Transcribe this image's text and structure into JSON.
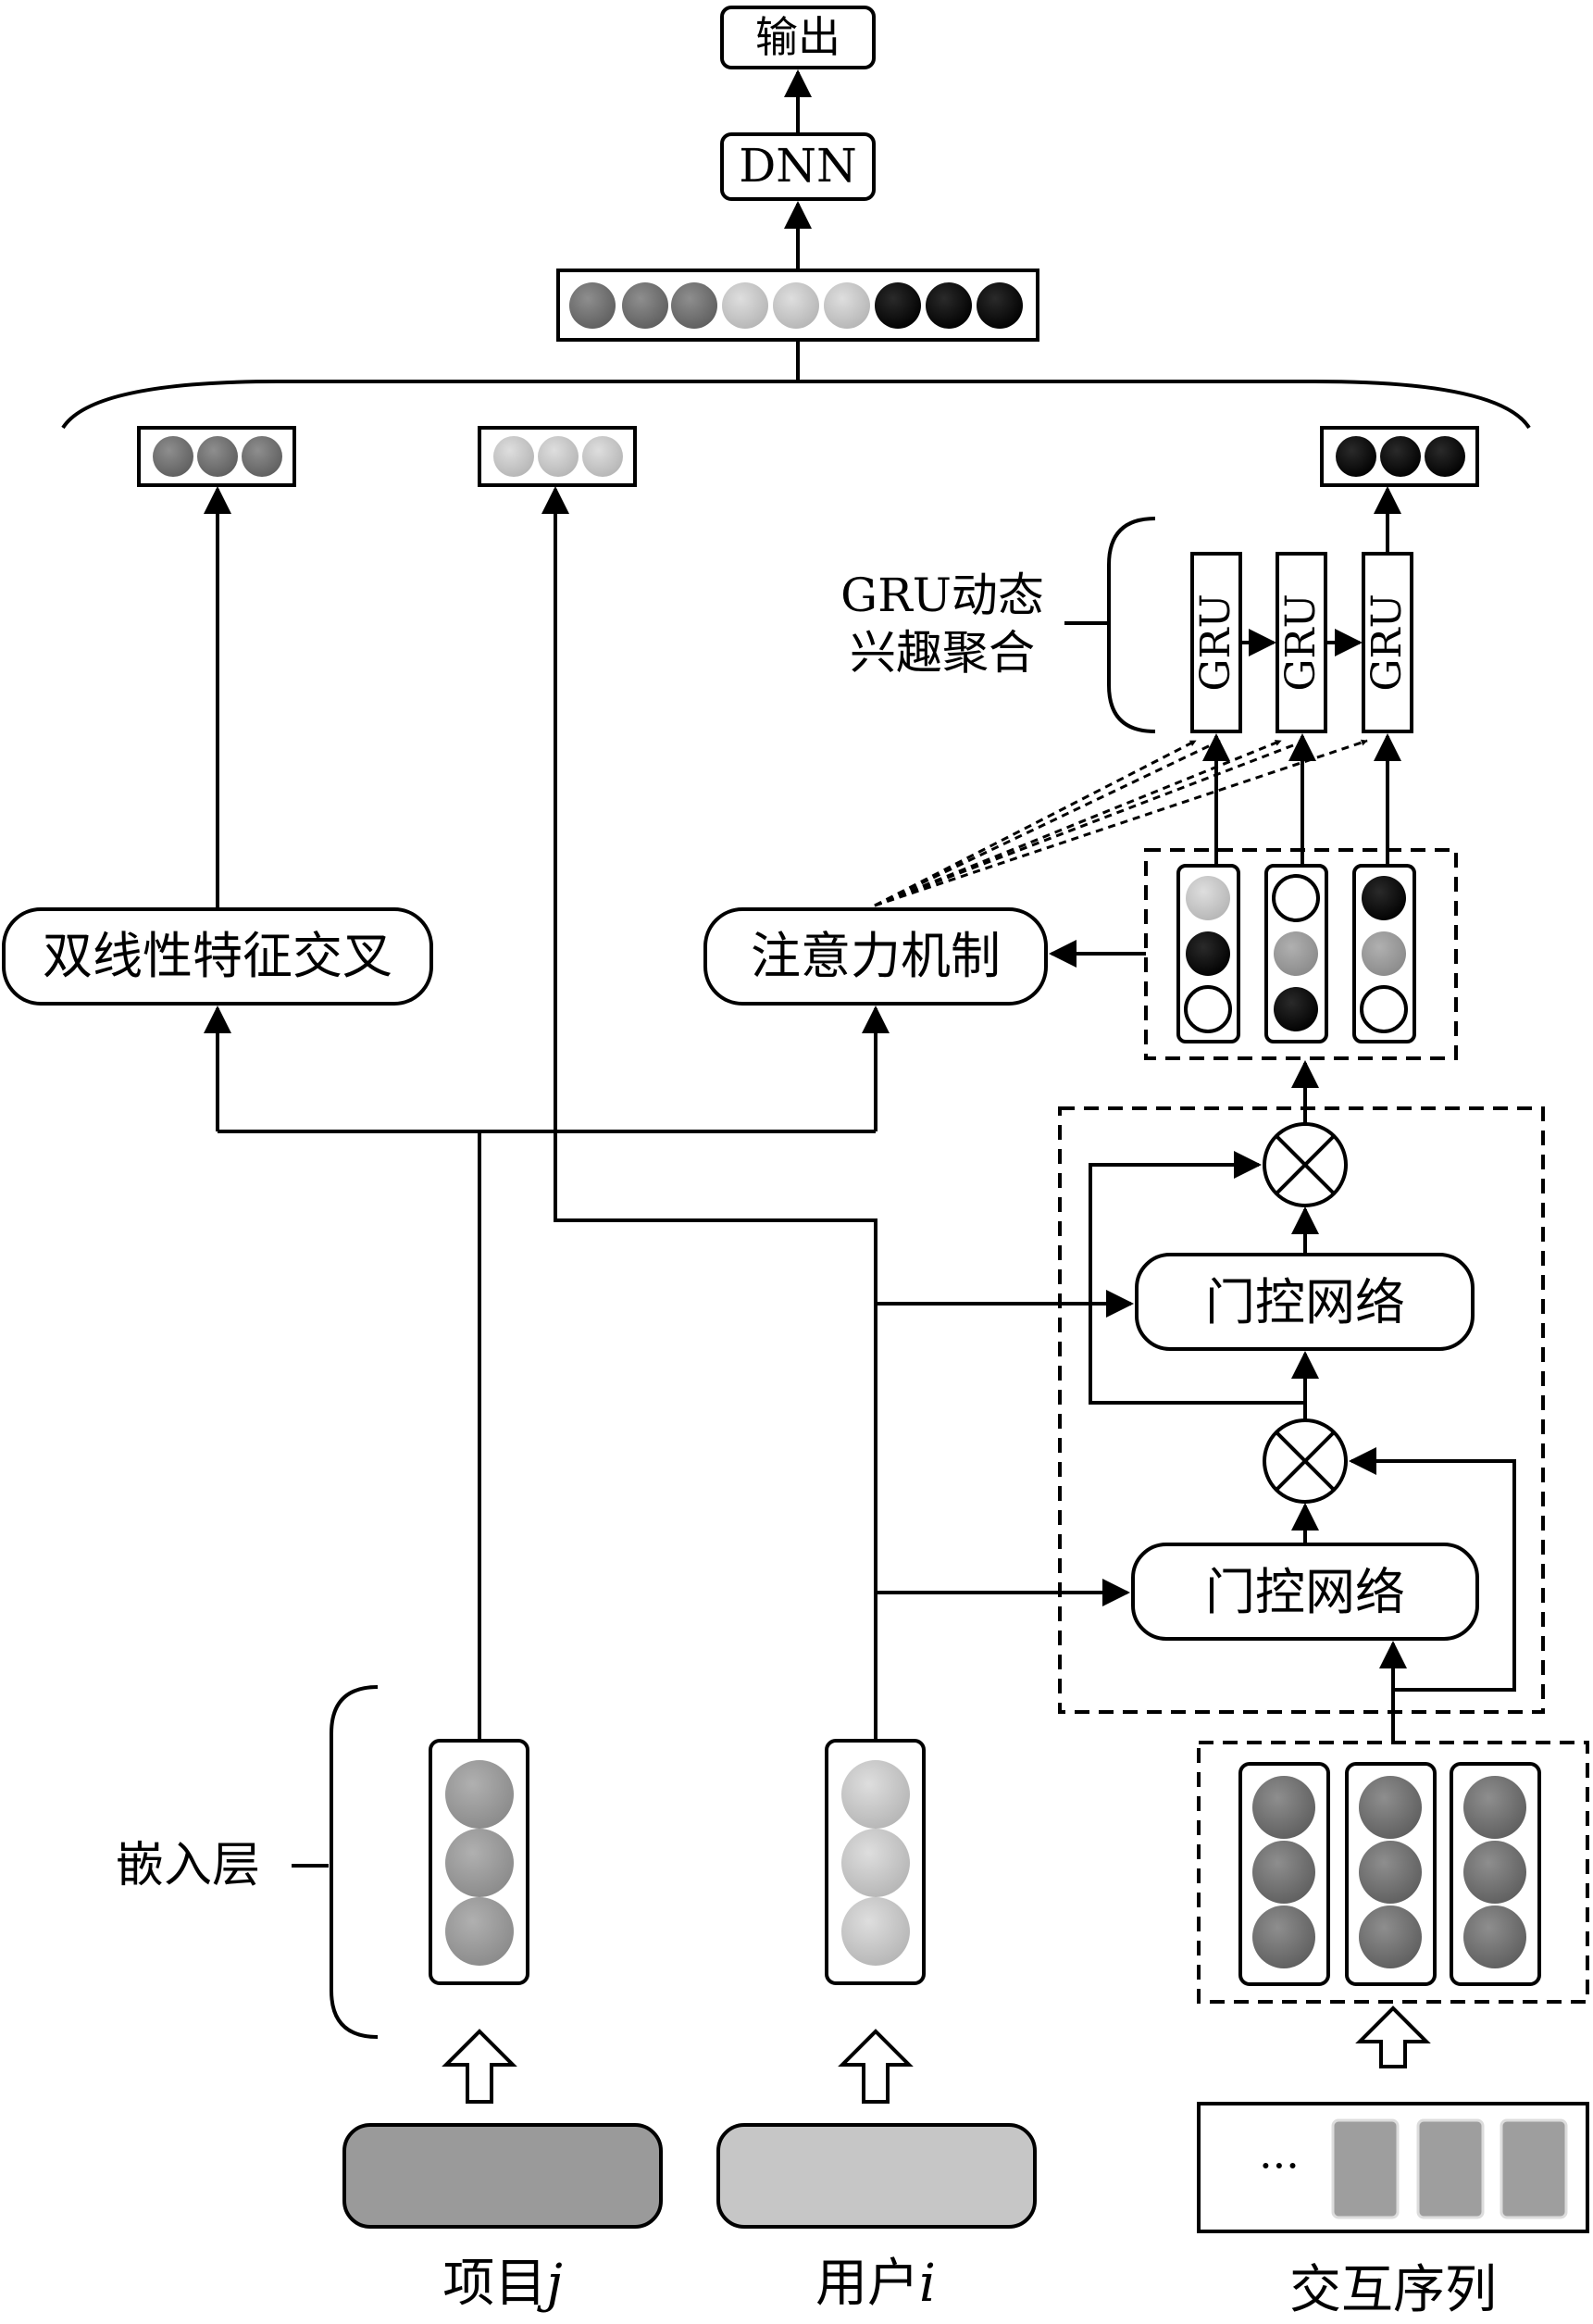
{
  "output_label": "输出",
  "dnn_label": "DNN",
  "bilinear_label": "双线性特征交叉",
  "attention_label": "注意力机制",
  "gru_section_line1": "GRU动态",
  "gru_section_line2": "兴趣聚合",
  "gru_cell_label": "GRU",
  "gate_top_label": "门控网络",
  "gate_bottom_label": "门控网络",
  "multiply_symbol": "⊗",
  "embedding_label": "嵌入层",
  "item_label": "项目",
  "item_var": "j",
  "user_label": "用户",
  "user_var": "i",
  "sequence_label": "交互序列",
  "ellipsis": "···",
  "colors": {
    "line": "#000000",
    "dark_gray": "#7a7a7a",
    "mid_gray": "#9a9a9a",
    "light_gray": "#c8c8c8",
    "black": "#0a0a0a"
  }
}
